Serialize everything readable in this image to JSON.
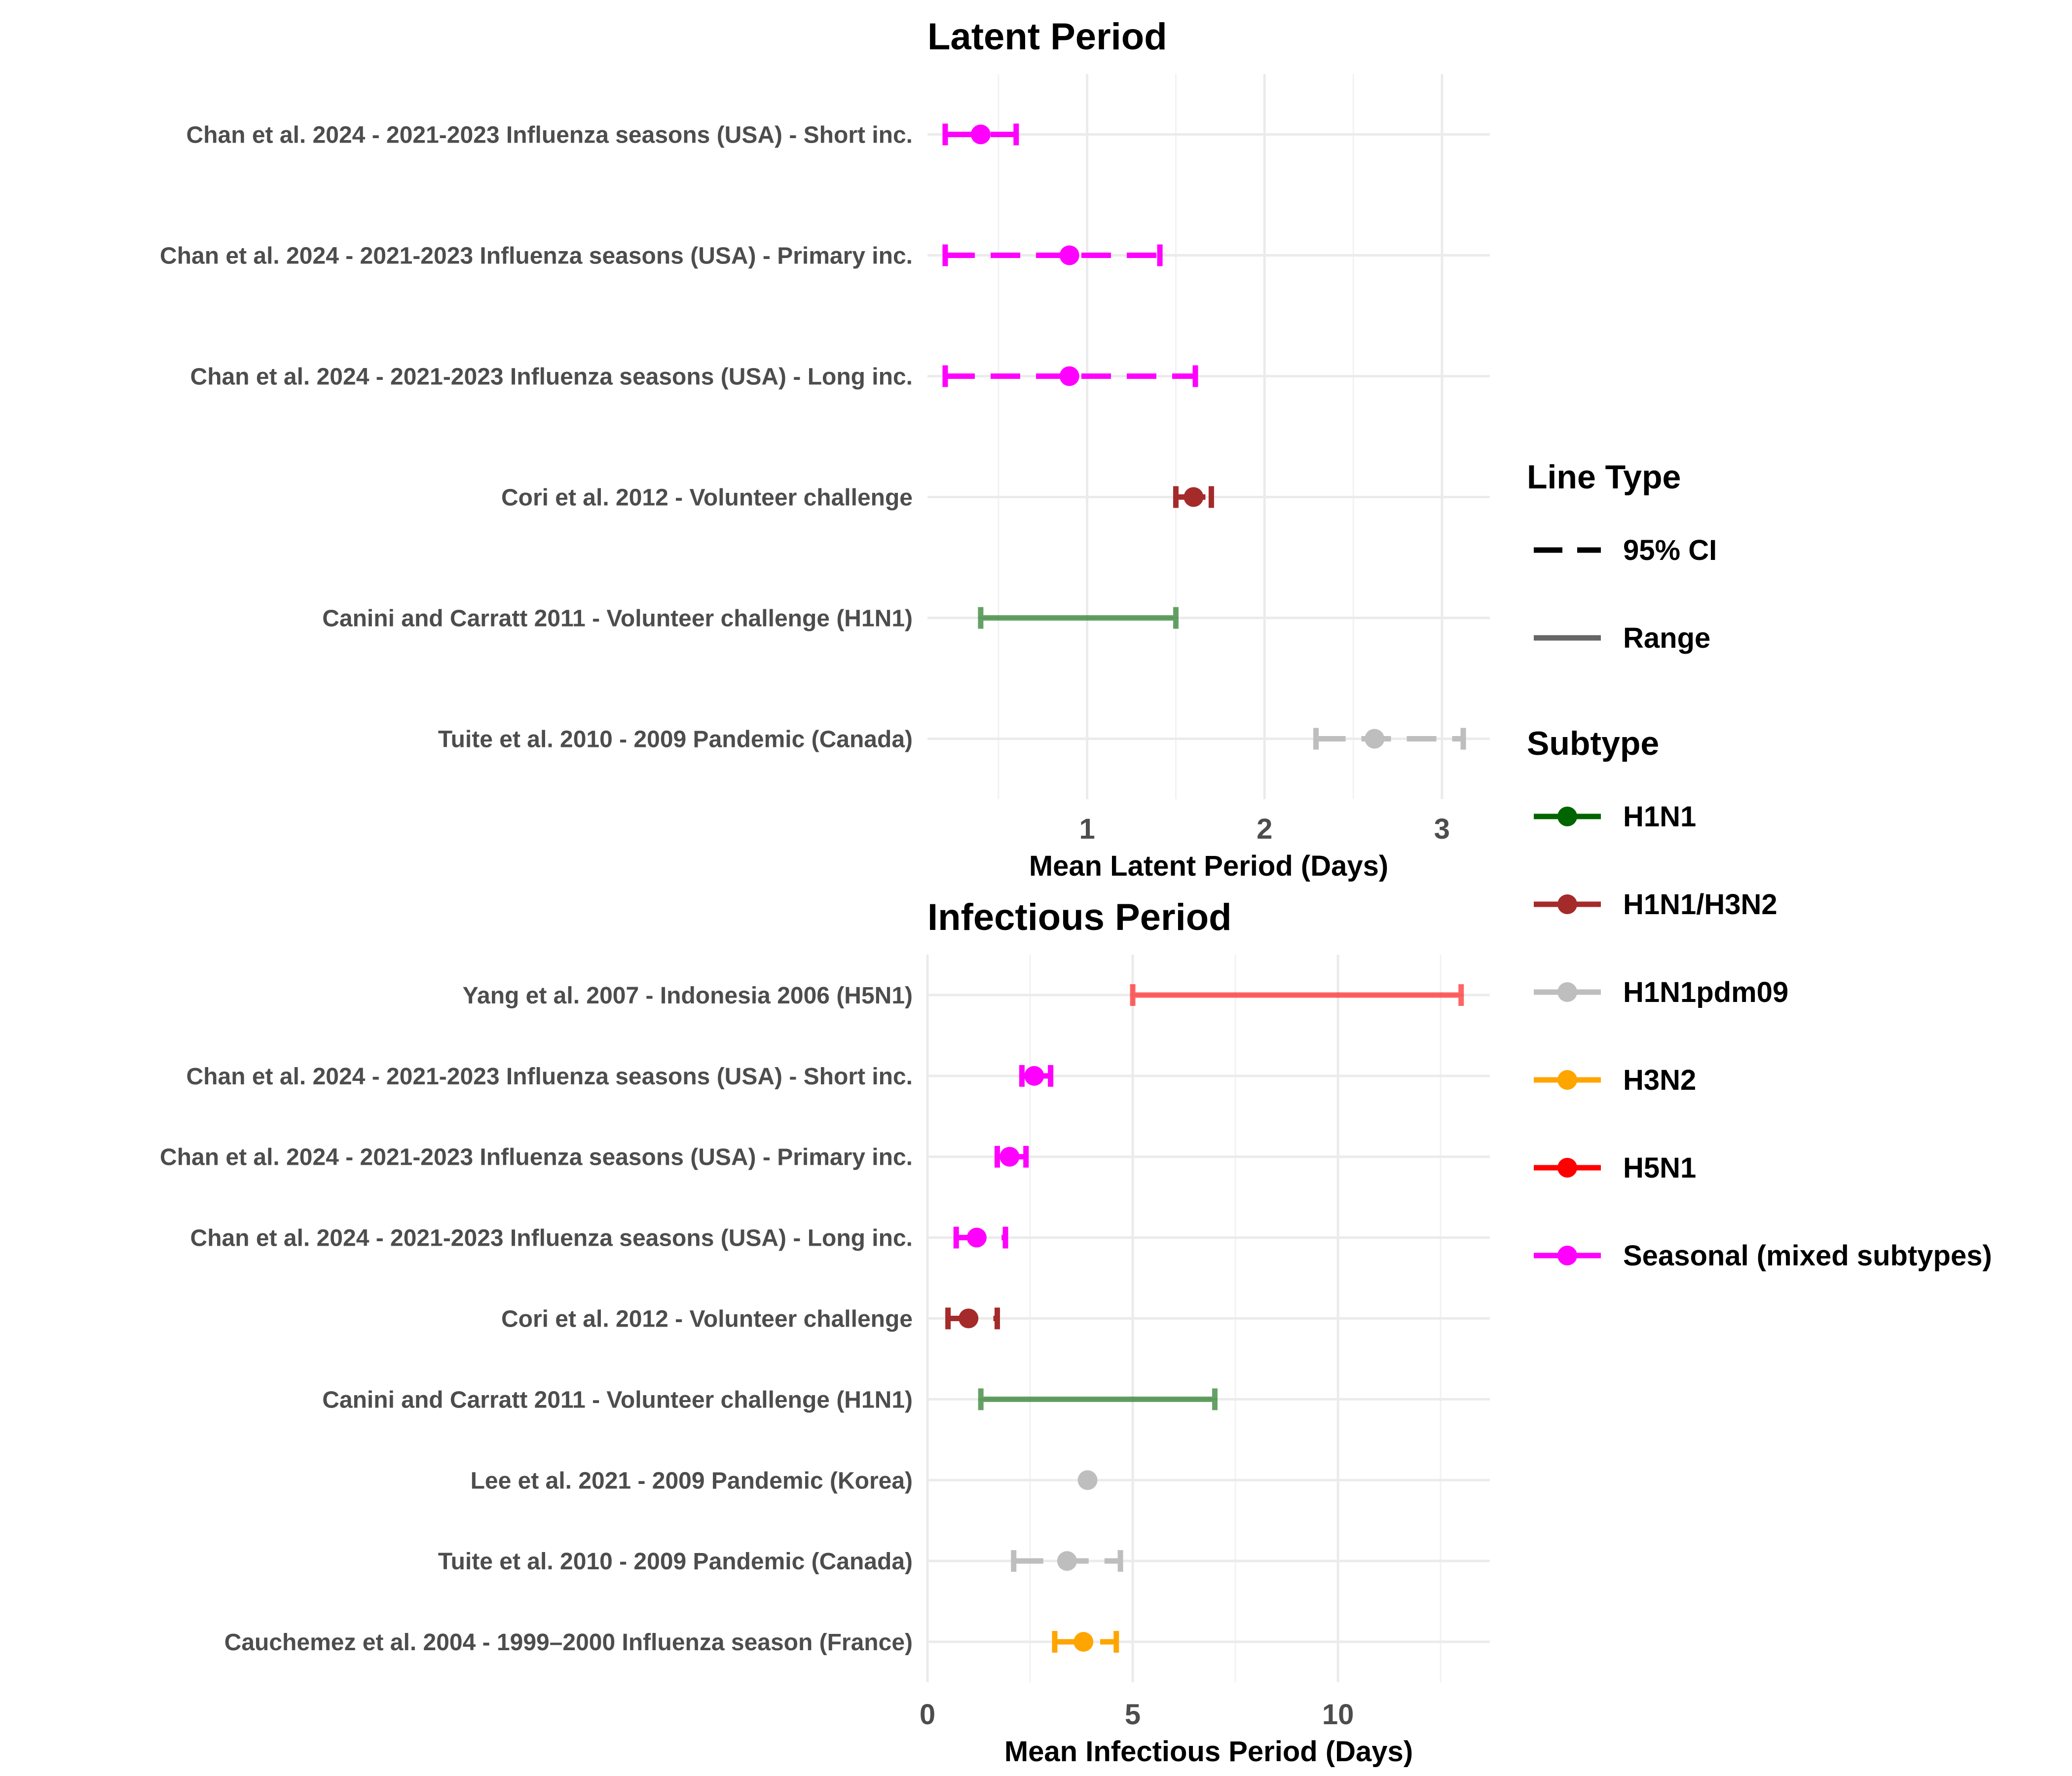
{
  "chart_data": [
    {
      "type": "interval",
      "title": "Latent Period",
      "xlabel": "Mean Latent Period (Days)",
      "ylabel": "",
      "xlim": [
        0.1,
        3.27
      ],
      "xticks": [
        1,
        2,
        3
      ],
      "grid": true,
      "studies": [
        {
          "label": "Chan et al. 2024 - 2021-2023 Influenza seasons (USA) - Short inc.",
          "subtype": "Seasonal (mixed subtypes)",
          "line_type": "95% CI",
          "mean": 0.4,
          "low": 0.2,
          "high": 0.6
        },
        {
          "label": "Chan et al. 2024 - 2021-2023 Influenza seasons (USA) - Primary inc.",
          "subtype": "Seasonal (mixed subtypes)",
          "line_type": "95% CI",
          "mean": 0.9,
          "low": 0.2,
          "high": 1.41
        },
        {
          "label": "Chan et al. 2024 - 2021-2023 Influenza seasons (USA) - Long inc.",
          "subtype": "Seasonal (mixed subtypes)",
          "line_type": "95% CI",
          "mean": 0.9,
          "low": 0.2,
          "high": 1.61
        },
        {
          "label": "Cori et al. 2012 - Volunteer challenge",
          "subtype": "H1N1/H3N2",
          "line_type": "95% CI",
          "mean": 1.6,
          "low": 1.5,
          "high": 1.7
        },
        {
          "label": "Canini and Carratt 2011 - Volunteer challenge (H1N1)",
          "subtype": "H1N1",
          "line_type": "Range",
          "mean": null,
          "low": 0.4,
          "high": 1.5
        },
        {
          "label": "Tuite et al. 2010 - 2009 Pandemic (Canada)",
          "subtype": "H1N1pdm09",
          "line_type": "95% CI",
          "mean": 2.62,
          "low": 2.29,
          "high": 3.12
        }
      ]
    },
    {
      "type": "interval",
      "title": "Infectious Period",
      "xlabel": "Mean Infectious Period (Days)",
      "ylabel": "",
      "xlim": [
        0,
        13.7
      ],
      "xticks": [
        0,
        5,
        10
      ],
      "grid": true,
      "studies": [
        {
          "label": "Yang et al. 2007 - Indonesia 2006 (H5N1)",
          "subtype": "H5N1",
          "line_type": "Range",
          "mean": null,
          "low": 5.0,
          "high": 13.0
        },
        {
          "label": "Chan et al. 2024 - 2021-2023 Influenza seasons (USA) - Short inc.",
          "subtype": "Seasonal (mixed subtypes)",
          "line_type": "95% CI",
          "mean": 2.6,
          "low": 2.3,
          "high": 3.0
        },
        {
          "label": "Chan et al. 2024 - 2021-2023 Influenza seasons (USA) - Primary inc.",
          "subtype": "Seasonal (mixed subtypes)",
          "line_type": "95% CI",
          "mean": 2.0,
          "low": 1.7,
          "high": 2.4
        },
        {
          "label": "Chan et al. 2024 - 2021-2023 Influenza seasons (USA) - Long inc.",
          "subtype": "Seasonal (mixed subtypes)",
          "line_type": "95% CI",
          "mean": 1.2,
          "low": 0.7,
          "high": 1.9
        },
        {
          "label": "Cori et al. 2012 - Volunteer challenge",
          "subtype": "H1N1/H3N2",
          "line_type": "95% CI",
          "mean": 1.0,
          "low": 0.5,
          "high": 1.7
        },
        {
          "label": "Canini and Carratt 2011 - Volunteer challenge (H1N1)",
          "subtype": "H1N1",
          "line_type": "Range",
          "mean": null,
          "low": 1.3,
          "high": 7.0
        },
        {
          "label": "Lee et al. 2021 - 2009 Pandemic (Korea)",
          "subtype": "H1N1pdm09",
          "line_type": "95% CI",
          "mean": 3.9,
          "low": null,
          "high": null
        },
        {
          "label": "Tuite et al. 2010 - 2009 Pandemic (Canada)",
          "subtype": "H1N1pdm09",
          "line_type": "95% CI",
          "mean": 3.4,
          "low": 2.1,
          "high": 4.7
        },
        {
          "label": "Cauchemez et al. 2004 - 1999–2000 Influenza season (France)",
          "subtype": "H3N2",
          "line_type": "95% CI",
          "mean": 3.8,
          "low": 3.1,
          "high": 4.6
        }
      ]
    }
  ],
  "legend": {
    "placement": "right",
    "line_type_title": "Line Type",
    "line_types": [
      {
        "label": "95% CI",
        "style": "dashed",
        "color": "#000000"
      },
      {
        "label": "Range",
        "style": "solid",
        "color": "#666666"
      }
    ],
    "subtype_title": "Subtype",
    "subtypes": [
      {
        "label": "H1N1",
        "color": "#006400"
      },
      {
        "label": "H1N1/H3N2",
        "color": "#a52a2a"
      },
      {
        "label": "H1N1pdm09",
        "color": "#bebebe"
      },
      {
        "label": "H3N2",
        "color": "#ffa500"
      },
      {
        "label": "H5N1",
        "color": "#ff0000"
      },
      {
        "label": "Seasonal (mixed subtypes)",
        "color": "#ff00ff"
      }
    ]
  }
}
